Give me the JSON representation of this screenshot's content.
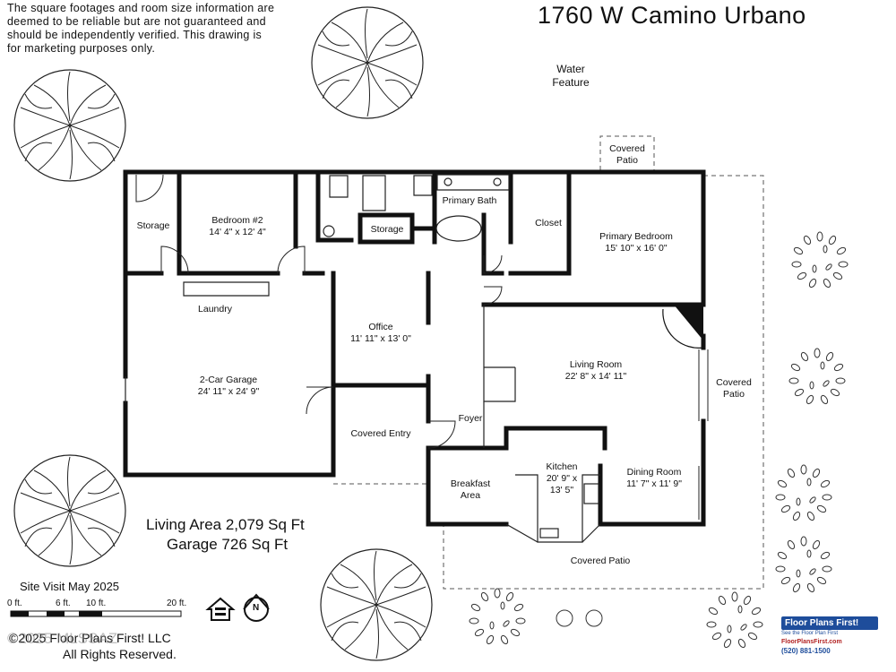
{
  "header": {
    "disclaimer": "The square footages and room size information are deemed to be reliable but are not guaranteed and should be independently verified. This drawing is for marketing purposes only.",
    "address": "1760 W Camino Urbano"
  },
  "rooms": [
    {
      "name": "Storage",
      "dim": ""
    },
    {
      "name": "Bedroom #2",
      "dim": "14' 4\" x 12' 4\""
    },
    {
      "name": "Storage",
      "dim": ""
    },
    {
      "name": "Primary Bath",
      "dim": ""
    },
    {
      "name": "Closet",
      "dim": ""
    },
    {
      "name": "Primary Bedroom",
      "dim": "15' 10\" x 16' 0\""
    },
    {
      "name": "Laundry",
      "dim": ""
    },
    {
      "name": "Office",
      "dim": "11' 11\" x 13' 0\""
    },
    {
      "name": "Living Room",
      "dim": "22' 8\" x 14' 11\""
    },
    {
      "name": "2-Car Garage",
      "dim": "24' 11\" x 24' 9\""
    },
    {
      "name": "Covered Entry",
      "dim": ""
    },
    {
      "name": "Foyer",
      "dim": ""
    },
    {
      "name": "Breakfast Area",
      "dim": ""
    },
    {
      "name": "Kitchen",
      "dim": "20' 9\" x 13' 5\""
    },
    {
      "name": "Dining Room",
      "dim": "11' 7\" x 11' 9\""
    },
    {
      "name": "Covered Patio",
      "dim": ""
    },
    {
      "name": "Covered Patio",
      "dim": ""
    },
    {
      "name": "Covered Patio",
      "dim": ""
    },
    {
      "name": "Water Feature",
      "dim": ""
    }
  ],
  "areas": {
    "living": "Living Area 2,079 Sq Ft",
    "garage": "Garage 726 Sq Ft"
  },
  "footer": {
    "site_visit": "Site Visit May 2025",
    "scale_labels": [
      "0 ft.",
      "6 ft.",
      "10 ft.",
      "20 ft."
    ],
    "north_label": "N",
    "copyright": "©2025 Floor Plans First! LLC",
    "copyright_overlay": "©2025 MLSSAZ",
    "rights": "All Rights Reserved."
  },
  "brand": {
    "logo": "Floor Plans First!",
    "tagline": "See the Floor Plan First",
    "url": "FloorPlansFirst.com",
    "phone": "(520) 881-1500",
    "color": "#1e4d9b"
  },
  "icons": [
    "tree-icon",
    "shrub-icon",
    "north-arrow-icon",
    "equal-housing-icon",
    "toilet-icon",
    "sink-icon",
    "bathtub-icon",
    "fireplace-icon",
    "stove-icon"
  ]
}
